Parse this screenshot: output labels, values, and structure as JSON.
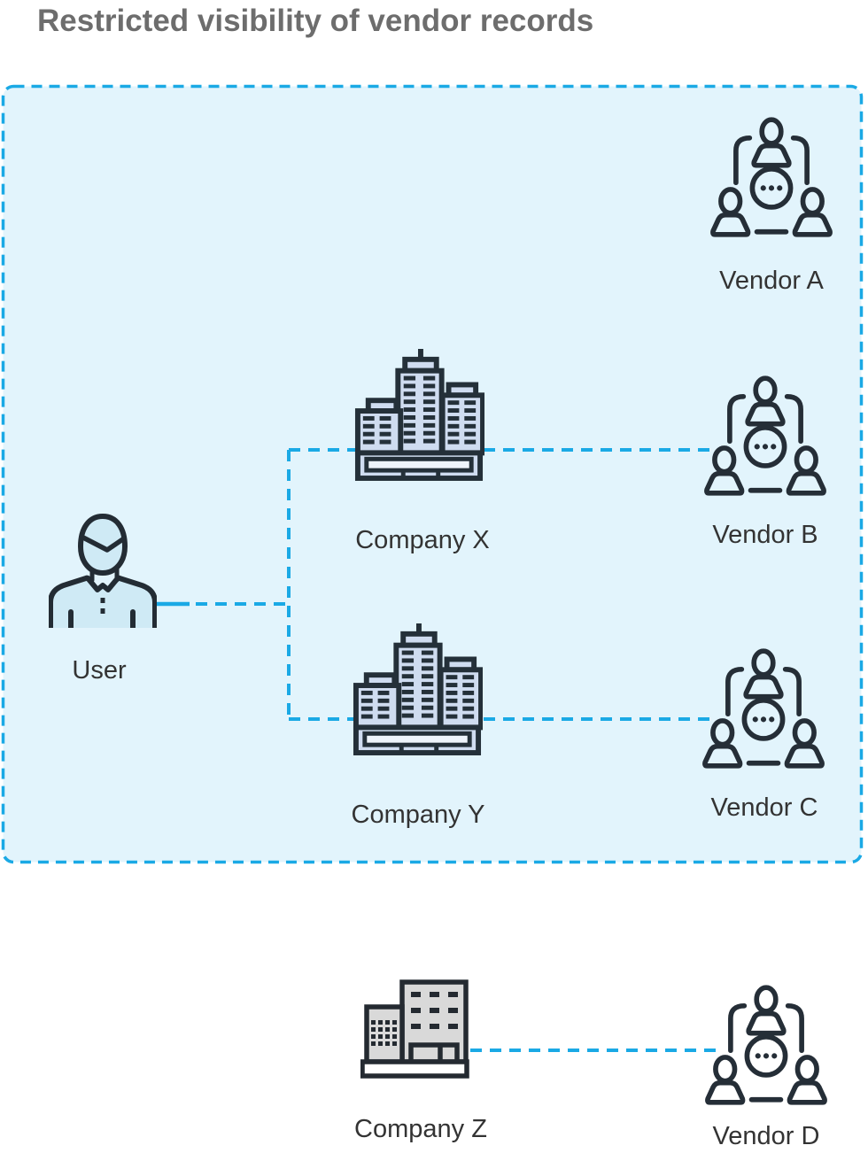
{
  "title": "Restricted visibility of vendor records",
  "colors": {
    "accent_blue": "#1aa9e5",
    "boundary_fill": "#e2f4fc",
    "icon_outline": "#232c34",
    "company_building_fill": "#cfdcf0",
    "external_building_fill": "#d9d9d9",
    "user_fill": "#cfeaf5",
    "title_color": "#6d6d6d",
    "label_color": "#333333"
  },
  "boundary": {
    "description": "dashed restricted-visibility zone",
    "contains": [
      "User",
      "Company X",
      "Company Y",
      "Vendor A",
      "Vendor B",
      "Vendor C"
    ]
  },
  "nodes": {
    "user": {
      "label": "User",
      "inside_boundary": true
    },
    "company_x": {
      "label": "Company X",
      "inside_boundary": true
    },
    "company_y": {
      "label": "Company Y",
      "inside_boundary": true
    },
    "company_z": {
      "label": "Company Z",
      "inside_boundary": false
    },
    "vendor_a": {
      "label": "Vendor A",
      "inside_boundary": true
    },
    "vendor_b": {
      "label": "Vendor B",
      "inside_boundary": true
    },
    "vendor_c": {
      "label": "Vendor C",
      "inside_boundary": true
    },
    "vendor_d": {
      "label": "Vendor D",
      "inside_boundary": false
    }
  },
  "connections": [
    {
      "from": "User",
      "to": "Company X"
    },
    {
      "from": "User",
      "to": "Company Y"
    },
    {
      "from": "Company X",
      "to": "Vendor B"
    },
    {
      "from": "Company Y",
      "to": "Vendor C"
    },
    {
      "from": "Company Z",
      "to": "Vendor D"
    }
  ]
}
